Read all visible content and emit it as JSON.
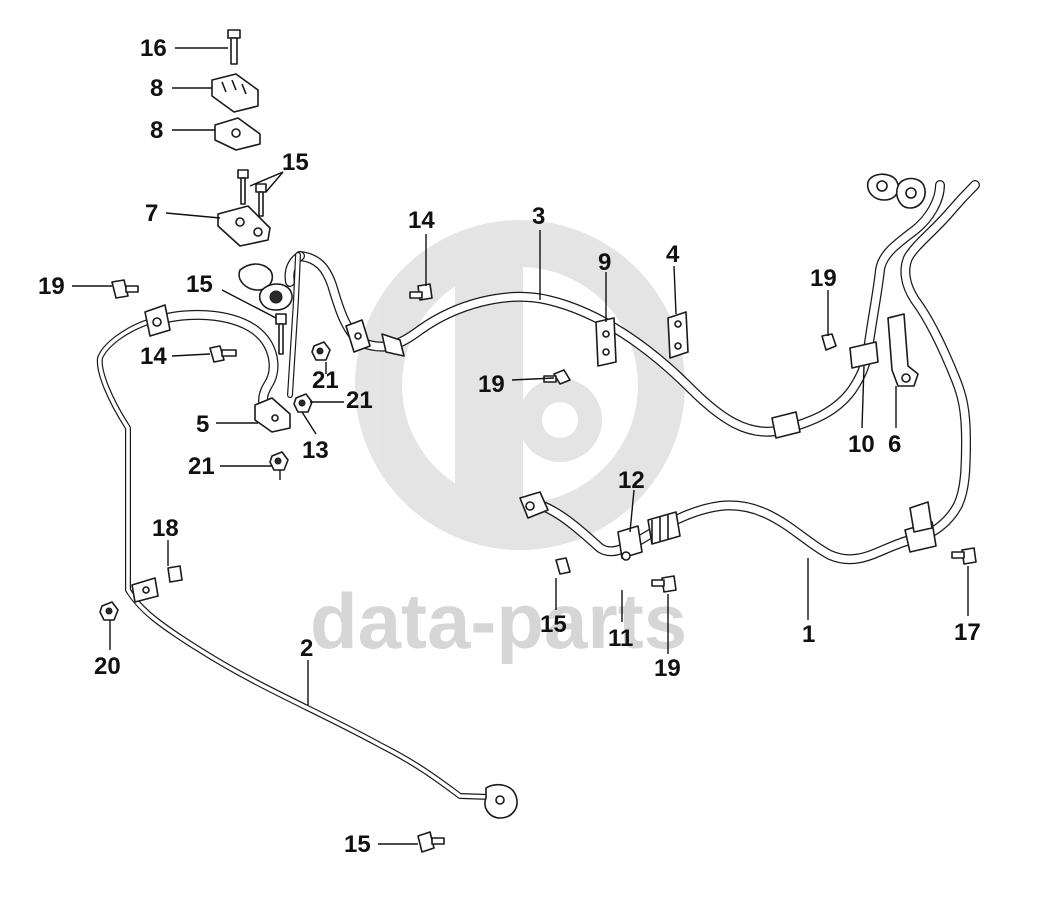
{
  "watermark": {
    "text": "data-parts"
  },
  "callouts": [
    {
      "id": "c16a",
      "label": "16"
    },
    {
      "id": "c8a",
      "label": "8"
    },
    {
      "id": "c8b",
      "label": "8"
    },
    {
      "id": "c15a",
      "label": "15"
    },
    {
      "id": "c7",
      "label": "7"
    },
    {
      "id": "c19a",
      "label": "19"
    },
    {
      "id": "c15b",
      "label": "15"
    },
    {
      "id": "c14a",
      "label": "14"
    },
    {
      "id": "c21a",
      "label": "21"
    },
    {
      "id": "c21b",
      "label": "21"
    },
    {
      "id": "c5",
      "label": "5"
    },
    {
      "id": "c13",
      "label": "13"
    },
    {
      "id": "c21c",
      "label": "21"
    },
    {
      "id": "c14b",
      "label": "14"
    },
    {
      "id": "c3",
      "label": "3"
    },
    {
      "id": "c9",
      "label": "9"
    },
    {
      "id": "c4",
      "label": "4"
    },
    {
      "id": "c19b",
      "label": "19"
    },
    {
      "id": "c19c",
      "label": "19"
    },
    {
      "id": "c10",
      "label": "10"
    },
    {
      "id": "c6",
      "label": "6"
    },
    {
      "id": "c12",
      "label": "12"
    },
    {
      "id": "c15c",
      "label": "15"
    },
    {
      "id": "c11",
      "label": "11"
    },
    {
      "id": "c19d",
      "label": "19"
    },
    {
      "id": "c1",
      "label": "1"
    },
    {
      "id": "c17",
      "label": "17"
    },
    {
      "id": "c18",
      "label": "18"
    },
    {
      "id": "c20",
      "label": "20"
    },
    {
      "id": "c2",
      "label": "2"
    },
    {
      "id": "c15d",
      "label": "15"
    }
  ]
}
